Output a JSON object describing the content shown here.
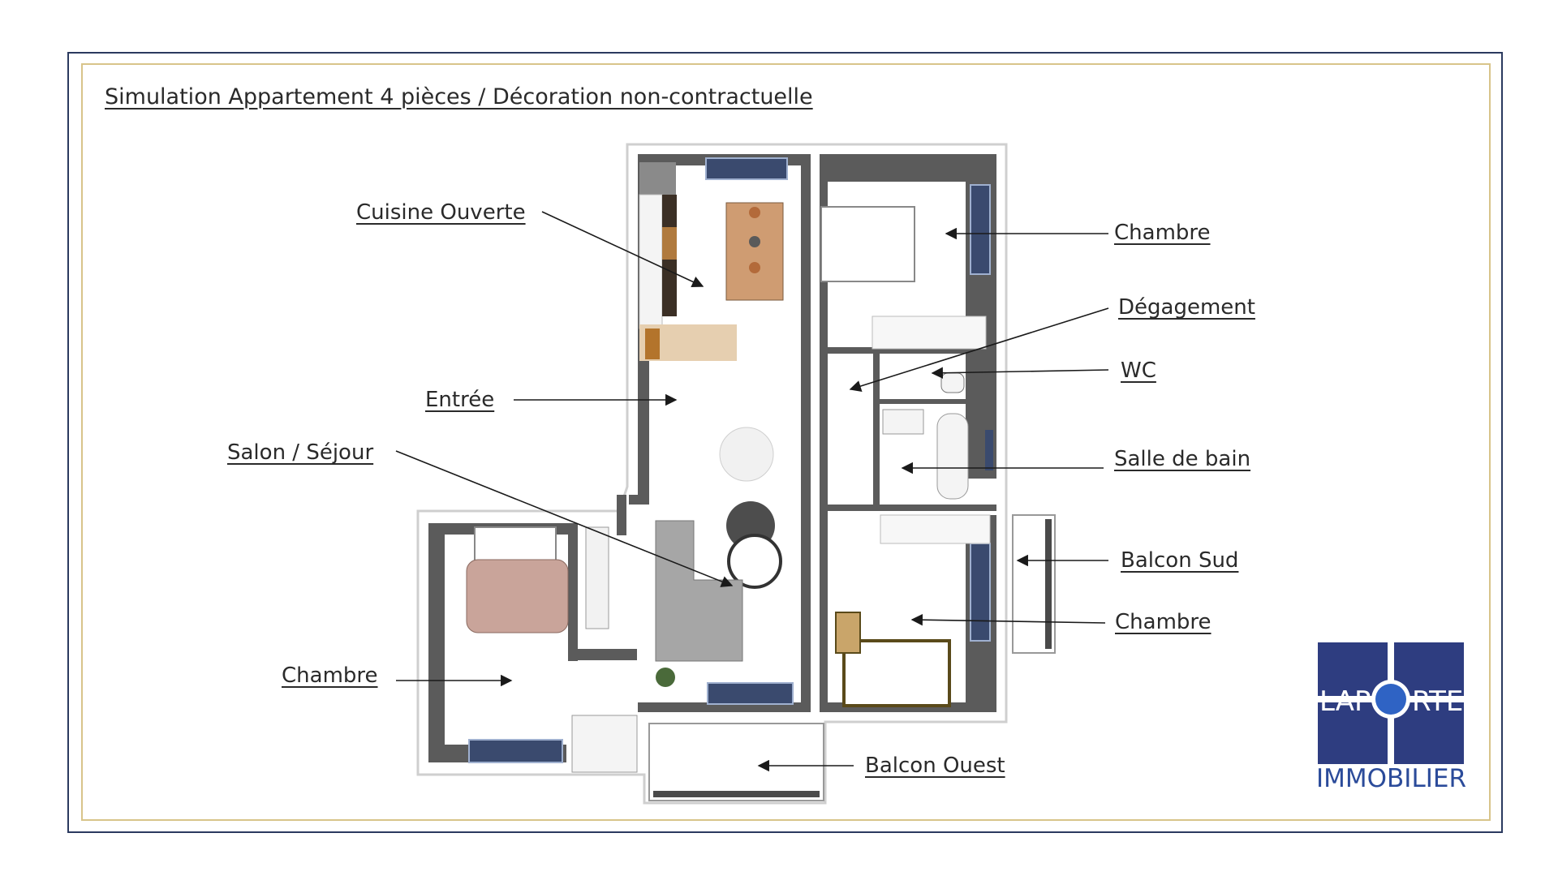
{
  "title": "Simulation Appartement 4 pièces / Décoration non-contractuelle",
  "labels": {
    "cuisine": "Cuisine Ouverte",
    "chambre_ne": "Chambre",
    "degagement": "Dégagement",
    "wc": "WC",
    "entree": "Entrée",
    "salon": "Salon / Séjour",
    "salle_de_bain": "Salle de bain",
    "balcon_sud": "Balcon Sud",
    "chambre_se": "Chambre",
    "chambre_sw": "Chambre",
    "balcon_ouest": "Balcon Ouest"
  },
  "logo": {
    "text_left": "LAP",
    "text_right": "RTE",
    "caption": "IMMOBILIER",
    "bg_color": "#2e3d80",
    "accent_color": "#2f63c4"
  },
  "colors": {
    "frame_outer": "#2b3a5f",
    "frame_inner": "#d8c48a",
    "wall": "#5a5a5a",
    "arrow": "#1a1a1a"
  }
}
